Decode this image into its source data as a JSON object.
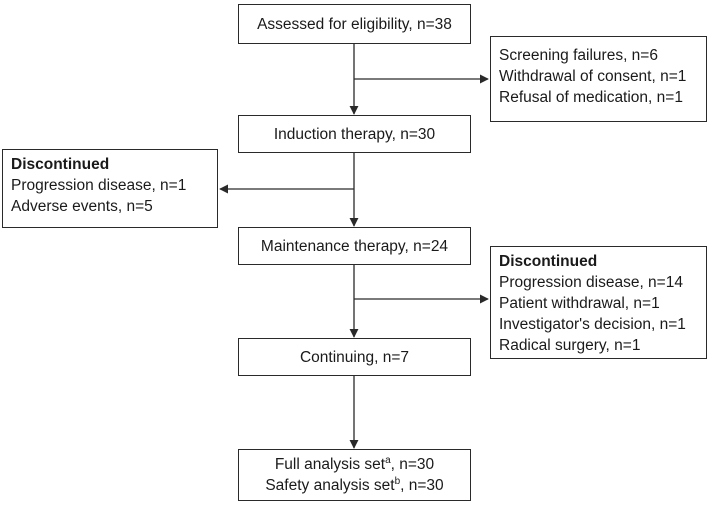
{
  "main": {
    "assessed": "Assessed for eligibility, n=38",
    "induction": "Induction therapy, n=30",
    "maintenance": "Maintenance therapy, n=24",
    "continuing": "Continuing, n=7",
    "analysis": {
      "full_label": "Full analysis set",
      "full_sup": "a",
      "full_count": ", n=30",
      "safety_label": "Safety analysis set",
      "safety_sup": "b",
      "safety_count": ", n=30"
    }
  },
  "exclusion1": {
    "items": [
      "Screening failures, n=6",
      "Withdrawal of consent, n=1",
      "Refusal of medication, n=1"
    ]
  },
  "discontinued1": {
    "heading": "Discontinued",
    "items": [
      "Progression disease, n=1",
      "Adverse events, n=5"
    ]
  },
  "discontinued2": {
    "heading": "Discontinued",
    "items": [
      "Progression disease, n=14",
      "Patient withdrawal, n=1",
      "Investigator's decision, n=1",
      "Radical surgery, n=1"
    ]
  }
}
